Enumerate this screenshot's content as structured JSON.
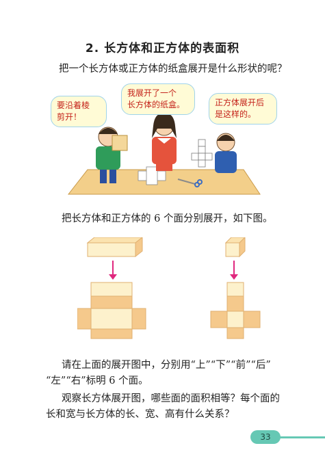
{
  "title": "2. 长方体和正方体的表面积",
  "question": "把一个长方体或正方体的纸盒展开是什么形状的呢？",
  "bubbles": {
    "left": [
      "要沿着棱",
      "剪开！"
    ],
    "middle": [
      "我展开了一个",
      "长方体的纸盒。"
    ],
    "right": [
      "正方体展开后",
      "是这样的。"
    ]
  },
  "instruction": "把长方体和正方体的 6 个面分别展开，如下图。",
  "paragraph1": [
    "请在上面的展开图中，分别用“上”“下”“前”“后”",
    "“左”“右”标明 6 个面。"
  ],
  "paragraph2": [
    "观察长方体展开图，哪些面的面积相等？每个面的",
    "长和宽与长方体的长、宽、高有什么关系？"
  ],
  "page_number": "33",
  "colors": {
    "net_fill_light": "#fdf1cc",
    "net_fill_dark": "#f5c98c",
    "net_stroke": "#e0b070",
    "arrow": "#e0287e",
    "bubble_border": "#9fd3ea",
    "bubble_fill": "#fffbd6",
    "accent_green": "#66c8b4"
  }
}
